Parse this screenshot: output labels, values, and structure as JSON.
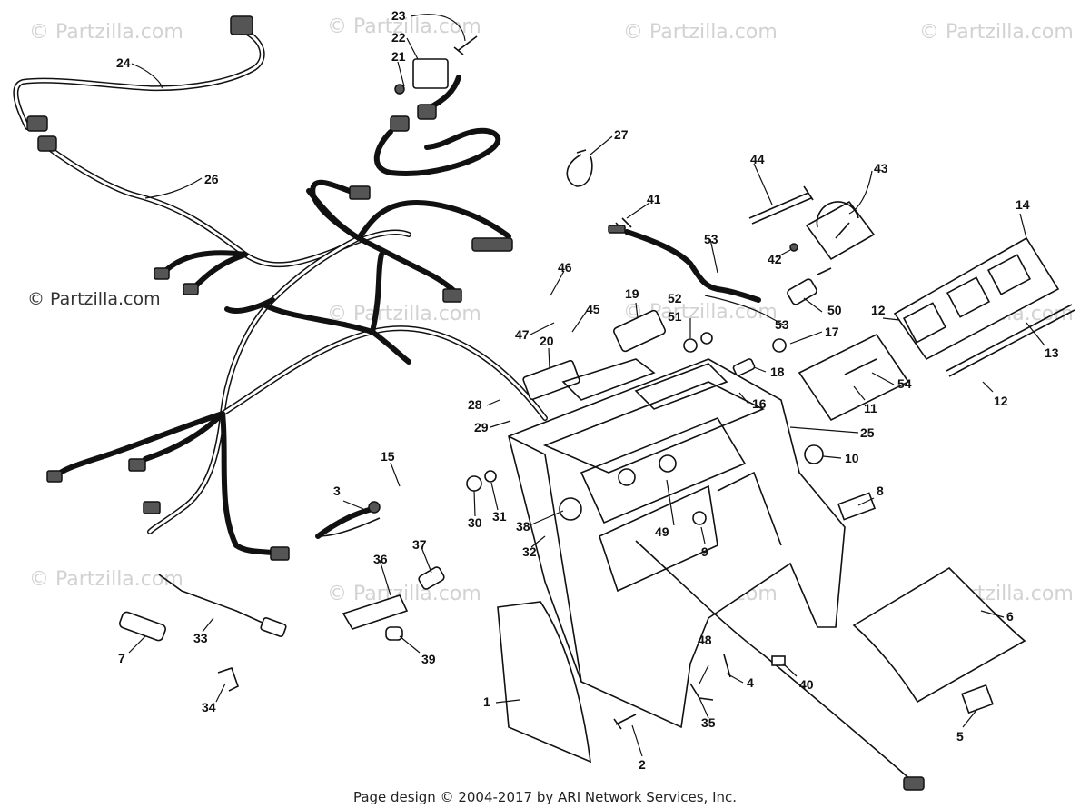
{
  "watermark_text": "© Partzilla.com",
  "brand_logo": "© Partzilla.com",
  "footer_text": "Page design © 2004-2017 by ARI Network Services, Inc.",
  "callouts": [
    "1",
    "2",
    "3",
    "4",
    "5",
    "6",
    "7",
    "8",
    "9",
    "10",
    "11",
    "12",
    "12",
    "13",
    "14",
    "15",
    "16",
    "17",
    "18",
    "19",
    "20",
    "21",
    "22",
    "23",
    "24",
    "25",
    "26",
    "27",
    "28",
    "29",
    "30",
    "31",
    "32",
    "33",
    "34",
    "35",
    "36",
    "37",
    "38",
    "39",
    "40",
    "41",
    "42",
    "43",
    "44",
    "45",
    "46",
    "47",
    "48",
    "49",
    "50",
    "51",
    "52",
    "53",
    "53",
    "54"
  ]
}
